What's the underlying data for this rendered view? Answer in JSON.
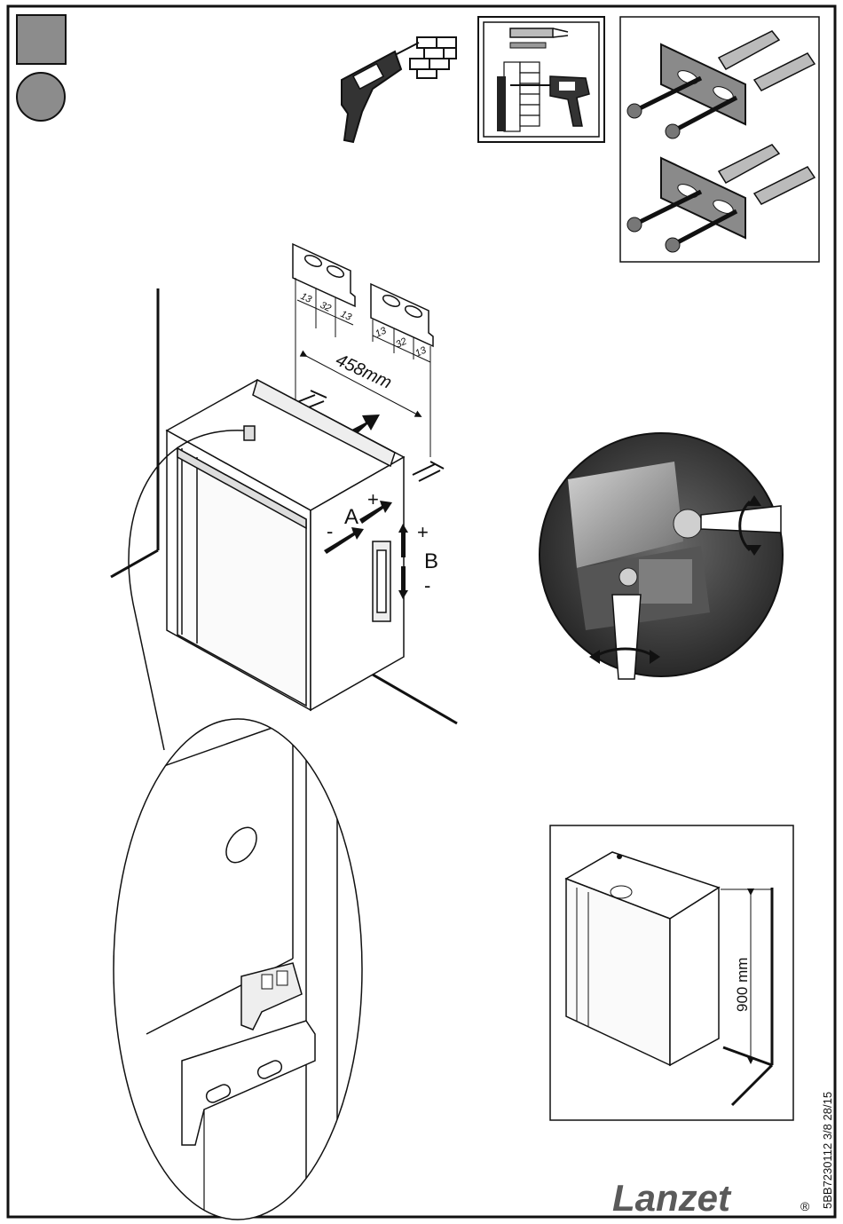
{
  "document": {
    "brand": "Lanzet",
    "registered_mark": "®",
    "doc_code": "5BB7230112 3/8 28/15"
  },
  "bracket_dimensions": {
    "left_bracket": [
      "13",
      "32",
      "13"
    ],
    "right_bracket": [
      "13",
      "32",
      "13"
    ],
    "spacing": "458mm"
  },
  "adjustments": {
    "A": {
      "label": "A",
      "plus": "+",
      "minus": "-"
    },
    "B": {
      "label": "B",
      "plus": "+",
      "minus": "-"
    }
  },
  "installation": {
    "height": "900 mm"
  },
  "icons": [
    "square-marker-icon",
    "circle-marker-icon",
    "drill-brick-icon",
    "wall-drilling-icon",
    "wall-plug-screw-icon",
    "screwdriver-icon"
  ],
  "colors": {
    "marker_gray": "#8c8c8c",
    "line": "#111111",
    "photo_dark": "#2a2a2a"
  }
}
